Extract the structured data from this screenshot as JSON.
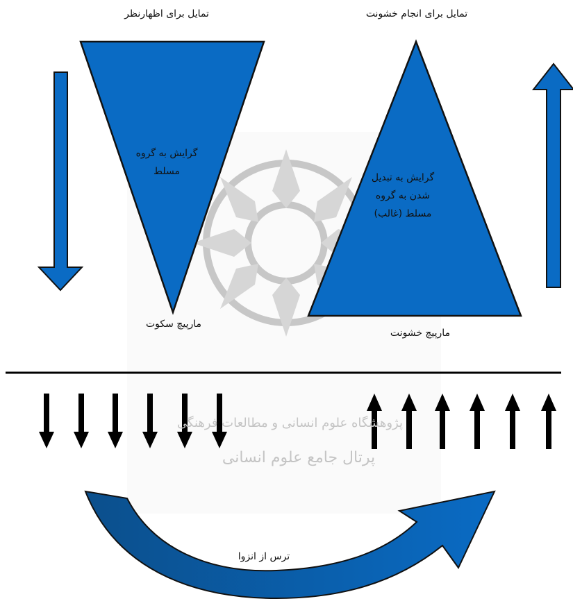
{
  "colors": {
    "primary_blue": "#0a6bc4",
    "dark_blue": "#0b4f8c",
    "outline": "#111111",
    "arrow_black": "#000000",
    "watermark_gray": "#bdbdbd",
    "background": "#ffffff"
  },
  "top_labels": {
    "left": "تمایل برای اظهارنظر",
    "right": "تمایل برای انجام خشونت"
  },
  "left_triangle": {
    "text_line1": "گرایش به گروه",
    "text_line2": "مسلط",
    "bottom_label": "مارپیچ سکوت"
  },
  "right_triangle": {
    "text_line1": "گرایش به تبدیل",
    "text_line2": "شدن به گروه",
    "text_line3": "مسلط (غالب)",
    "bottom_label": "مارپیچ خشونت"
  },
  "bottom": {
    "curve_label": "ترس از انزوا",
    "down_arrow_count": 6,
    "up_arrow_count": 6
  },
  "watermark": {
    "line1": "پژوهشگاه علوم انسانی و مطالعات فرهنگی",
    "line2": "پرتال جامع علوم انسانی"
  }
}
